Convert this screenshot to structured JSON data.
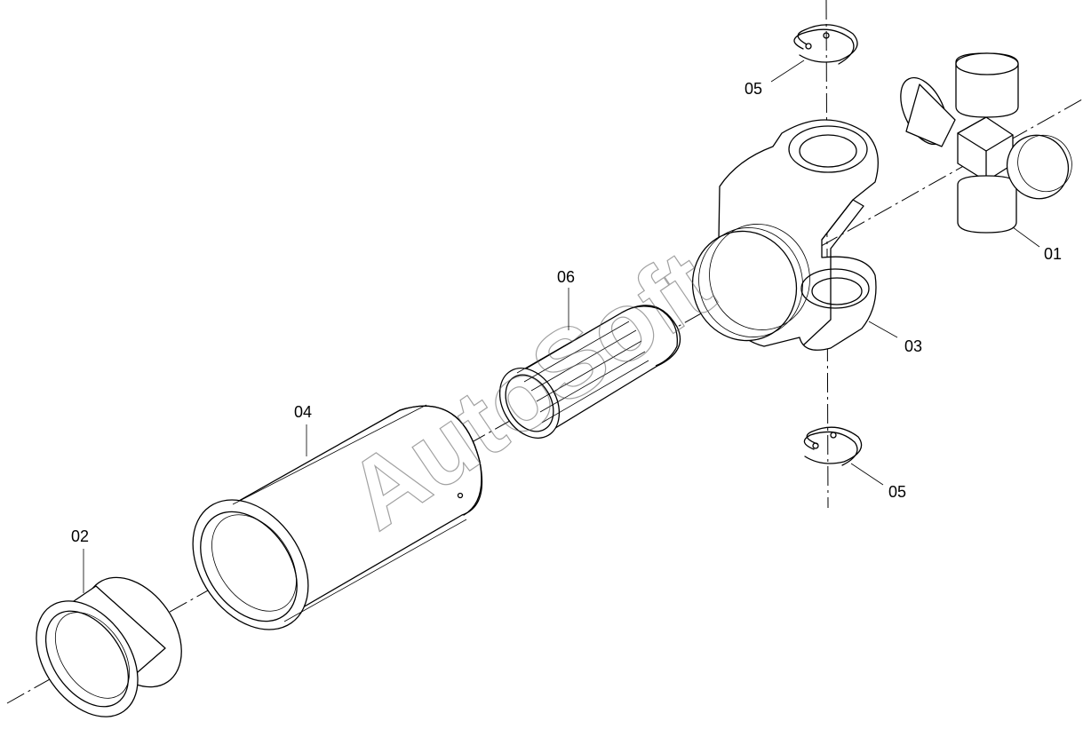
{
  "watermark": "AutoSoft",
  "callouts": {
    "c01": "01",
    "c02": "02",
    "c03": "03",
    "c04": "04",
    "c05_top": "05",
    "c05_bottom": "05",
    "c06": "06"
  }
}
